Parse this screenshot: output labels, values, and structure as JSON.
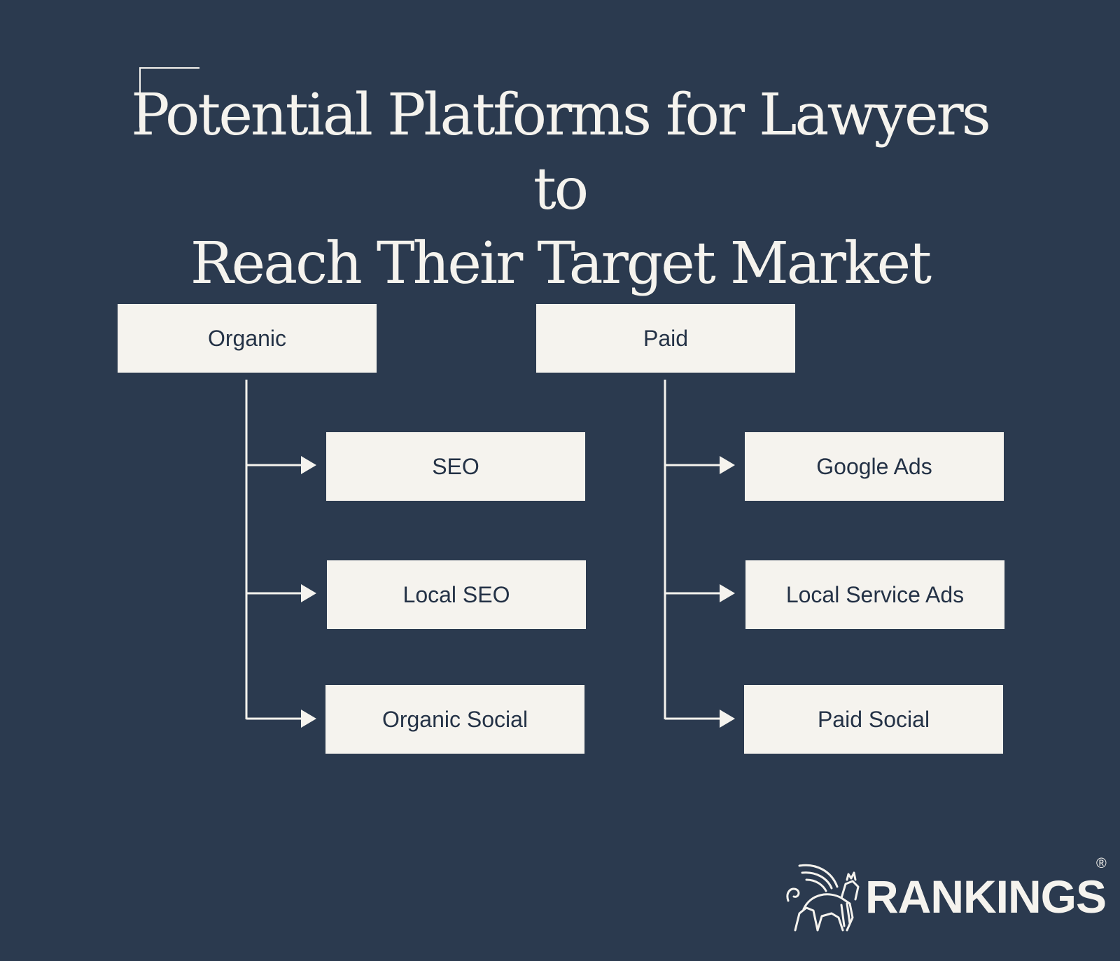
{
  "title": {
    "line1": "Potential Platforms for Lawyers to",
    "line2": "Reach Their Target Market"
  },
  "groups": [
    {
      "label": "Organic",
      "children": [
        "SEO",
        "Local SEO",
        "Organic Social"
      ]
    },
    {
      "label": "Paid",
      "children": [
        "Google Ads",
        "Local Service Ads",
        "Paid Social"
      ]
    }
  ],
  "logo": {
    "text": "RANKINGS",
    "mark": "®",
    "icon": "griffin-logo-icon"
  },
  "colors": {
    "background": "#2b3a4f",
    "box": "#f5f3ee",
    "text": "#243246",
    "line": "#f5f3ee"
  }
}
